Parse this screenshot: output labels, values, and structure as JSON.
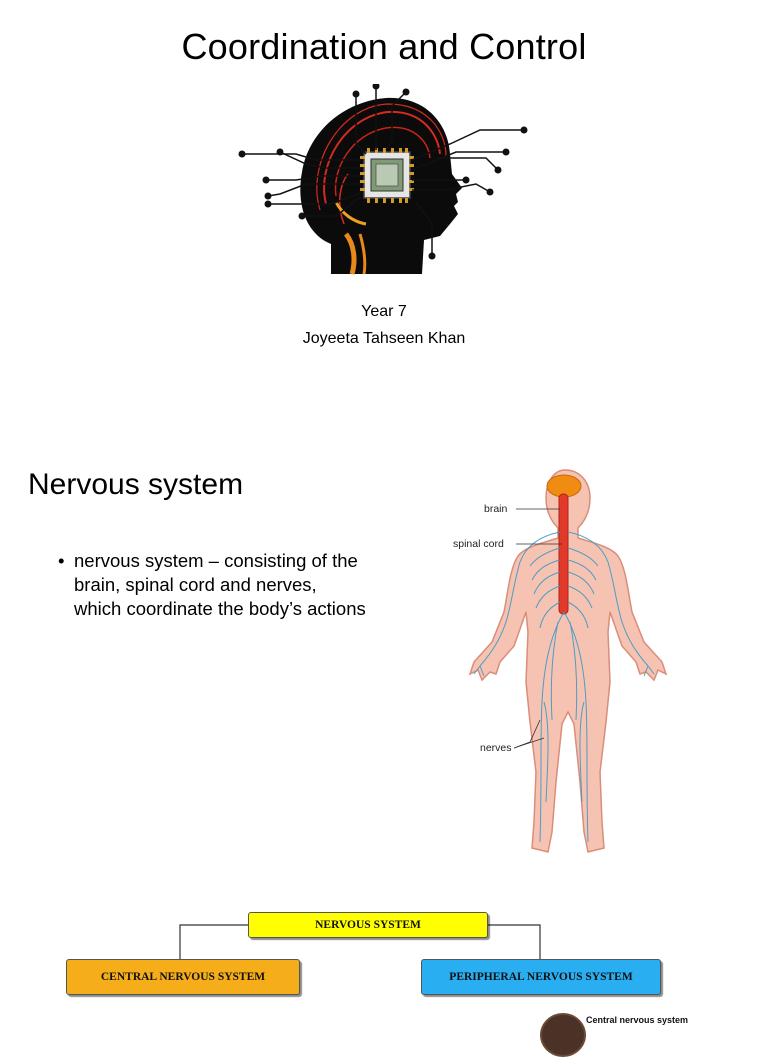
{
  "slide1": {
    "title": "Coordination and Control",
    "subtitle_line1": "Year 7",
    "subtitle_line2": "Joyeeta Tahseen Khan",
    "image": "head-circuit-chip-illustration"
  },
  "slide2": {
    "title": "Nervous system",
    "bullet": "nervous system – consisting of the brain, spinal cord and nerves, which coordinate the body’s actions",
    "figure": {
      "label_brain": "brain",
      "label_spinal_cord": "spinal cord",
      "label_nerves": "nerves"
    }
  },
  "slide3": {
    "root": "NERVOUS SYSTEM",
    "left_child": "CENTRAL NERVOUS SYSTEM",
    "right_child": "PERIPHERAL NERVOUS SYSTEM",
    "partial_caption": "Central nervous system",
    "colors": {
      "root": "#ffff00",
      "left": "#f5ad1a",
      "right": "#29aef1"
    }
  }
}
